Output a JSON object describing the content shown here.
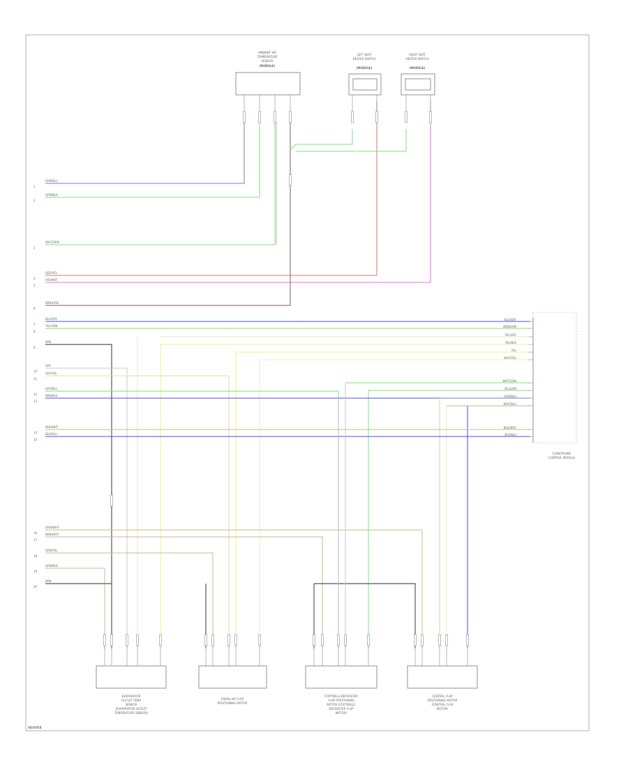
{
  "diagram_id": "W04085B",
  "components": {
    "top_sensor_1": {
      "lines": [
        "AMBIENT AIR",
        "TEMPERATURE",
        "SENSOR",
        "(MODULE)"
      ]
    },
    "top_sensor_2": {
      "lines": [
        "LEFT SEAT",
        "HEATER SWITCH",
        "(MODULE)"
      ]
    },
    "top_sensor_3": {
      "lines": [
        "RIGHT SEAT",
        "HEATER SWITCH",
        "(MODULE)"
      ]
    },
    "right_module": {
      "lines": [
        "CLIMATRONIC",
        "CONTROL MODULE"
      ]
    },
    "bottom_1": {
      "lines": [
        "EVAPORATOR",
        "OUTLET TEMP",
        "SENSOR",
        "(EVAPORATOR OUTLET",
        "TEMPERATURE SENSOR)"
      ]
    },
    "bottom_2": {
      "lines": [
        "FRESH AIR FLAP",
        "POSITIONING MOTOR"
      ]
    },
    "bottom_3": {
      "lines": [
        "FOOTWELL/DEFROSTER",
        "FLAP POSITIONING",
        "MOTOR (FOOTWELL/",
        "DEFROSTER FLAP",
        "MOTOR)"
      ]
    },
    "bottom_4": {
      "lines": [
        "CENTRAL FLAP",
        "POSITIONING MOTOR",
        "(CENTRAL FLAP",
        "MOTOR)"
      ]
    }
  },
  "left_wires": [
    {
      "pin": "1",
      "label": "GRN/BLU"
    },
    {
      "pin": "2",
      "label": "GRN/BLK"
    },
    {
      "pin": "3",
      "label": "WHT/GRN"
    },
    {
      "pin": "4",
      "label": "RED/YEL"
    },
    {
      "pin": "5",
      "label": "VIO/WHT"
    },
    {
      "pin": "6",
      "label": "BRN/GRN"
    },
    {
      "pin": "7",
      "label": "BLU/GRY"
    },
    {
      "pin": "8",
      "label": "YEL/GRN"
    },
    {
      "pin": "9",
      "label": "BRN"
    },
    {
      "pin": "10",
      "label": "GRY"
    },
    {
      "pin": "11",
      "label": "GRY/YEL"
    },
    {
      "pin": "12",
      "label": "GRY/BLU"
    },
    {
      "pin": "13",
      "label": "BRN/BLU"
    },
    {
      "pin": "14",
      "label": "BLK/WHT"
    },
    {
      "pin": "15",
      "label": "BLK/BLU"
    },
    {
      "pin": "16",
      "label": "GRN/WHT"
    },
    {
      "pin": "17",
      "label": "BRN/WHT"
    },
    {
      "pin": "18",
      "label": "GRN/YEL"
    },
    {
      "pin": "19",
      "label": "GRN/BLK"
    },
    {
      "pin": "20",
      "label": "BRN"
    }
  ],
  "right_wires": [
    {
      "label": "BLU/GRY"
    },
    {
      "label": "BRN/GRN"
    },
    {
      "label": "YEL/GRY"
    },
    {
      "label": "YEL/BLK"
    },
    {
      "label": "YEL"
    },
    {
      "label": "WHT/YEL"
    },
    {
      "label": "WHT/GRN"
    },
    {
      "label": "YEL/GRN"
    },
    {
      "label": "GRN/BLU"
    },
    {
      "label": "WHT/BLU"
    },
    {
      "label": "BLK/WHT"
    },
    {
      "label": "BLK/BLU"
    }
  ],
  "colors": {
    "green": "#7CE27C",
    "blue_grey": "#6b7fc0",
    "blue": "#4a4af0",
    "red": "#f06a6a",
    "magenta": "#f06af0",
    "brown": "#8a5a5a",
    "tan": "#c8b98a",
    "yellow": "#f0f07a",
    "grey": "#888888",
    "dark": "#555555"
  }
}
